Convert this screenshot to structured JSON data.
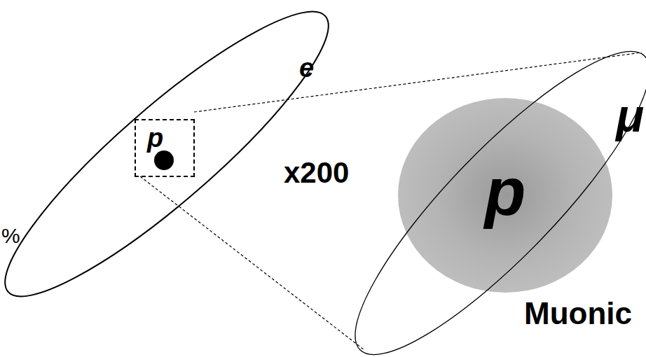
{
  "diagram": {
    "nodes": [
      {
        "text": [
          "p"
        ]
      },
      {
        "text": [
          "p"
        ]
      }
    ],
    "labels": [
      "e",
      "x200",
      "μ",
      "Muonic",
      "%"
    ]
  }
}
